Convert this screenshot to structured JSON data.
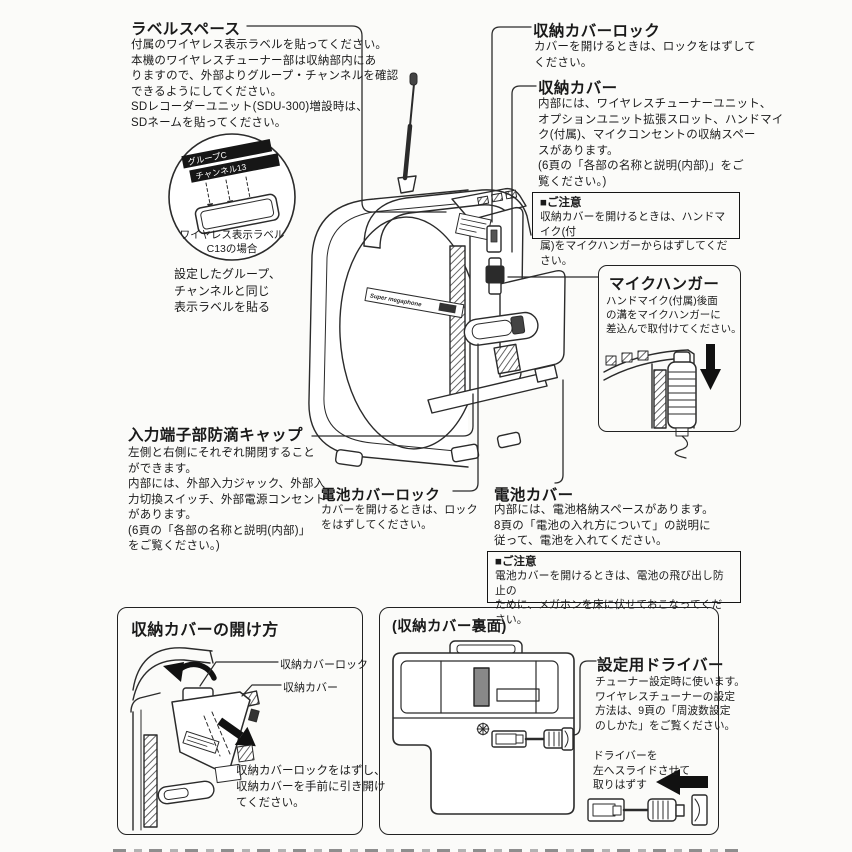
{
  "device": {
    "brand_label": "Super megaphone"
  },
  "label_space": {
    "title": "ラベルスペース",
    "body": "付属のワイヤレス表示ラベルを貼ってください。\n本機のワイヤレスチューナー部は収納部内にあ\nりますので、外部よりグループ・チャンネルを確認\nできるようにしてください。\nSDレコーダーユニット(SDU-300)増設時は、\nSDネームを貼ってください。"
  },
  "label_example": {
    "sticker_group": "グループC",
    "sticker_channel": "チャンネル13",
    "caption": "ワイヤレス表示ラベル\nC13の場合",
    "note": "設定したグループ、\nチャンネルと同じ\n表示ラベルを貼る"
  },
  "cover_lock": {
    "title": "収納カバーロック",
    "body": "カバーを開けるときは、ロックをはずして\nください。"
  },
  "cover": {
    "title": "収納カバー",
    "body": "内部には、ワイヤレスチューナーユニット、\nオプションユニット拡張スロット、ハンドマイ\nク(付属)、マイクコンセントの収納スペー\nスがあります。\n(6頁の「各部の名称と説明(内部)」をご\n覧ください。)"
  },
  "notice_cover": {
    "title": "■ご注意",
    "body": "収納カバーを開けるときは、ハンドマイク(付\n属)をマイクハンガーからはずしてください。"
  },
  "mic_hanger": {
    "title": "マイクハンガー",
    "body": "ハンドマイク(付属)後面\nの溝をマイクハンガーに\n差込んで取付けてください。"
  },
  "input_cap": {
    "title": "入力端子部防滴キャップ",
    "body": "左側と右側にそれぞれ開閉すること\nができます。\n内部には、外部入力ジャック、外部入\n力切換スイッチ、外部電源コンセント\nがあります。\n(6頁の「各部の名称と説明(内部)」\nをご覧ください。)"
  },
  "battery_lock": {
    "title": "電池カバーロック",
    "body": "カバーを開けるときは、ロック\nをはずしてください。"
  },
  "battery_cover": {
    "title": "電池カバー",
    "body": "内部には、電池格納スペースがあります。\n8頁の「電池の入れ方について」の説明に\n従って、電池を入れてください。"
  },
  "notice_battery": {
    "title": "■ご注意",
    "body": "電池カバーを開けるときは、電池の飛び出し防止の\nために、メガホンを床に伏せておこなってください。"
  },
  "open_guide": {
    "title": "収納カバーの開け方",
    "label_lock": "収納カバーロック",
    "label_cover": "収納カバー",
    "body": "収納カバーロックをはずし、\n収納カバーを手前に引き開け\nてください。"
  },
  "rear_view": {
    "title": "(収納カバー裏面)",
    "driver_title": "設定用ドライバー",
    "driver_body": "チューナー設定時に使います。\nワイヤレスチューナーの設定\n方法は、9頁の「周波数設定\nのしかた」をご覧ください。",
    "slide_note": "ドライバーを\n左へスライドさせて\n取りはずす"
  }
}
